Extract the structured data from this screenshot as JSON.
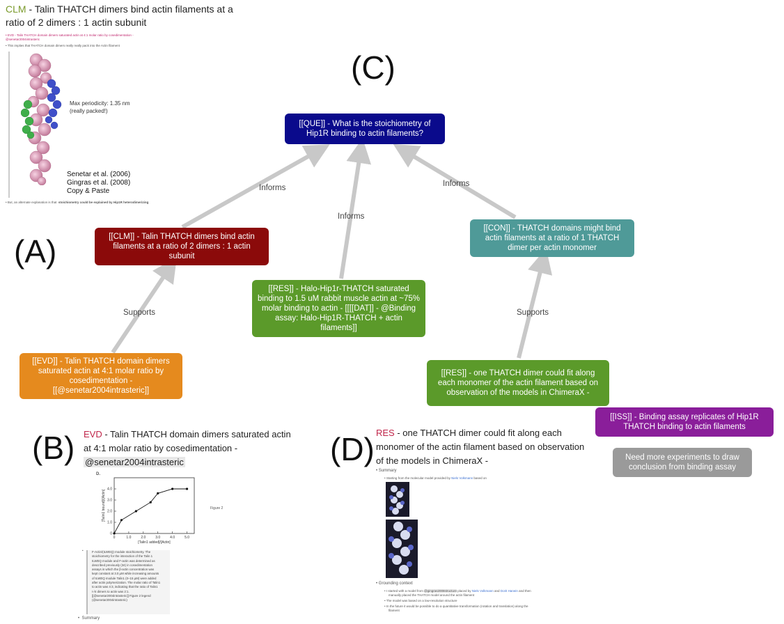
{
  "panel_a": {
    "letter": "(A)",
    "title_tag": "CLM",
    "title_text": " - Talin THATCH dimers bind actin filaments at a ratio of 2 dimers : 1 actin subunit",
    "outline_1": "EVD - Talin THATCH domain dimers saturated actin at 4:1 molar ratio by cosedimentation - @senetar2004intrasteric",
    "outline_2": "This implies that THATCH domain dimers really really pack into the Actin filament",
    "annot_periodicity": "Max periodicity: 1.35 nm",
    "annot_packed": "(really packed!)",
    "cite_1": "Senetar et al. (2006)",
    "cite_2": "Gingras et al. (2008)",
    "cite_3": "Copy & Paste",
    "outline_3a": "But, an alternate explanation is that",
    "outline_3b": "stoichiometry could be explained by Hip1R heterodimerizing"
  },
  "panel_c": {
    "letter": "(C)",
    "nodes": {
      "que": "[[QUE]] - What is the stoichiometry of Hip1R binding to actin filaments?",
      "clm": "[[CLM]] - Talin THATCH dimers bind actin filaments at a ratio of 2 dimers : 1 actin subunit",
      "res1": "[[RES]] - Halo-Hip1r-THATCH saturated binding to 1.5 uM rabbit muscle actin at ~75% molar binding to actin - [[[[DAT]] - @Binding assay: Halo-Hip1R-THATCH + actin filaments]]",
      "con": "[[CON]] - THATCH domains might bind actin filaments at a ratio of 1 THATCH dimer per actin monomer",
      "evd": "[[EVD]] - Talin THATCH domain dimers saturated actin at 4:1 molar ratio by cosedimentation - [[@senetar2004intrasteric]]",
      "res2": "[[RES]] - one THATCH dimer could fit along each monomer of the actin filament based on observation of the models in ChimeraX -",
      "iss": "[[ISS]] - Binding assay replicates of Hip1R THATCH binding to actin filaments",
      "note": "Need more experiments to draw conclusion from binding assay"
    },
    "edges": {
      "informs_1": "Informs",
      "informs_2": "Informs",
      "informs_3": "Informs",
      "supports_1": "Supports",
      "supports_2": "Supports"
    },
    "colors": {
      "que": "#0a0a8c",
      "clm": "#8b0a0a",
      "res": "#5b9a2a",
      "con": "#4f9a98",
      "evd": "#e58a1e",
      "iss": "#8a1e9a",
      "note": "#9a9a9a",
      "arrow": "#c8c8c8"
    }
  },
  "panel_b": {
    "letter": "(B)",
    "title_tag": "EVD",
    "title_text": " - Talin THATCH domain dimers saturated actin at 4:1 molar ratio by cosedimentation - ",
    "title_cite": "@senetar2004intrasteric",
    "plot_label": "D.",
    "figure_caption": "Figure 2",
    "x_axis_label": "[Talin1 added]/[Actin]",
    "y_axis_label": "[Talin1 bound]/[Actin]",
    "x_ticks": [
      "0",
      "1.0",
      "2.0",
      "3.0",
      "4.0",
      "5.0"
    ],
    "y_ticks": [
      "0",
      "1.0",
      "2.0",
      "3.0",
      "4.0"
    ],
    "chart_data": {
      "type": "line",
      "x": [
        0,
        0.5,
        1.5,
        2.5,
        3.0,
        4.0,
        5.0
      ],
      "y": [
        0,
        1.2,
        2.0,
        2.8,
        3.6,
        4.0,
        4.0
      ],
      "xlim": [
        0,
        5.5
      ],
      "ylim": [
        0,
        5
      ],
      "xlabel": "[Talin1 added]/[Actin]",
      "ylabel": "[Talin1 bound]/[Actin]"
    },
    "quote_lines": [
      "F-Actin/(ILWEQ) module stoichiometry. The",
      "stoichiometry for the interaction of the Talin 1",
      "ILWEQ module and F-actin was determined as",
      "described previously (34) in cosedimentation",
      "assays in which the β-actin concentration was",
      "kept constant at 3.0 μM while increasing amounts",
      "of ILWEQ module Talin1 (0–15 μM) were added",
      "after actin polymerization. The molar ratio of Talin1",
      "to actin was 4:3, indicating that the ratio of Talin1",
      "I-/4 dimers to actin was 2:1.",
      "[[@senetar2004intrasteric]] Figure 2 legend",
      "(@senetar2004intrasteric)"
    ],
    "summary": "Summary"
  },
  "panel_d": {
    "letter": "(D)",
    "title_tag": "RES",
    "title_text": " - one THATCH dimer could fit along each monomer of the actin filament based on observation of the models in ChimeraX -",
    "summary": "Summary",
    "summary_item": "Starting from the molecular model provided by",
    "summary_link": "Niels Volkmann",
    "summary_tail": "based on",
    "grounding": "Grounding context",
    "g1_a": "I started with a model from",
    "g1_cite": "@gingras2008structure",
    "g1_b": "placed by",
    "g1_link1": "Niels Volkmann",
    "g1_c": "and",
    "g1_link2": "Dorit Hanein",
    "g1_d": "and then",
    "g1_e": "manually placed the THATCH model around the actin filament",
    "g2": "The model was based on a low-resolution structure",
    "g3": "In the future it would be possible to do a quantitative transformation (rotation and translation) along the",
    "g3b": "filament"
  }
}
